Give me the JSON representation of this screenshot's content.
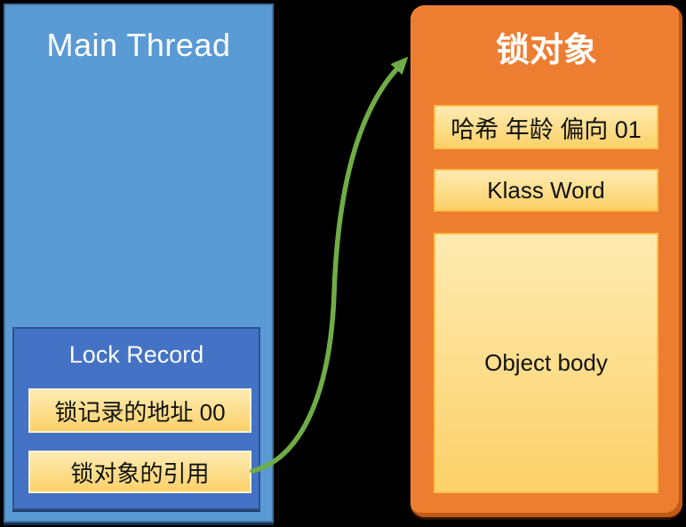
{
  "canvas": {
    "background": "#000000"
  },
  "palette": {
    "thread_fill": "#5B9BD5",
    "thread_border": "#41719C",
    "record_fill": "#4472C4",
    "record_border": "#2F528F",
    "object_fill": "#ED7D31",
    "object_shade": "#C05A14",
    "cell_fill_top": "#FEEBB2",
    "cell_fill_bottom": "#FBD169",
    "cell_border_light": "#FDF3D2",
    "cell_border_gold": "#FFC146",
    "arrow_green": "#70AD47",
    "text_light": "#FFFFFF",
    "text_dark": "#111111"
  },
  "main_thread": {
    "title": "Main Thread",
    "lock_record": {
      "title": "Lock Record",
      "slots": [
        {
          "label": "锁记录的地址 00"
        },
        {
          "label": "锁对象的引用"
        }
      ]
    }
  },
  "lock_object": {
    "title": "锁对象",
    "fields": [
      {
        "label": "哈希 年龄 偏向 01"
      },
      {
        "label": "Klass Word"
      },
      {
        "label": "Object body"
      }
    ]
  },
  "arrow": {
    "color": "#70AD47",
    "from": "锁对象的引用",
    "to": "锁对象"
  }
}
